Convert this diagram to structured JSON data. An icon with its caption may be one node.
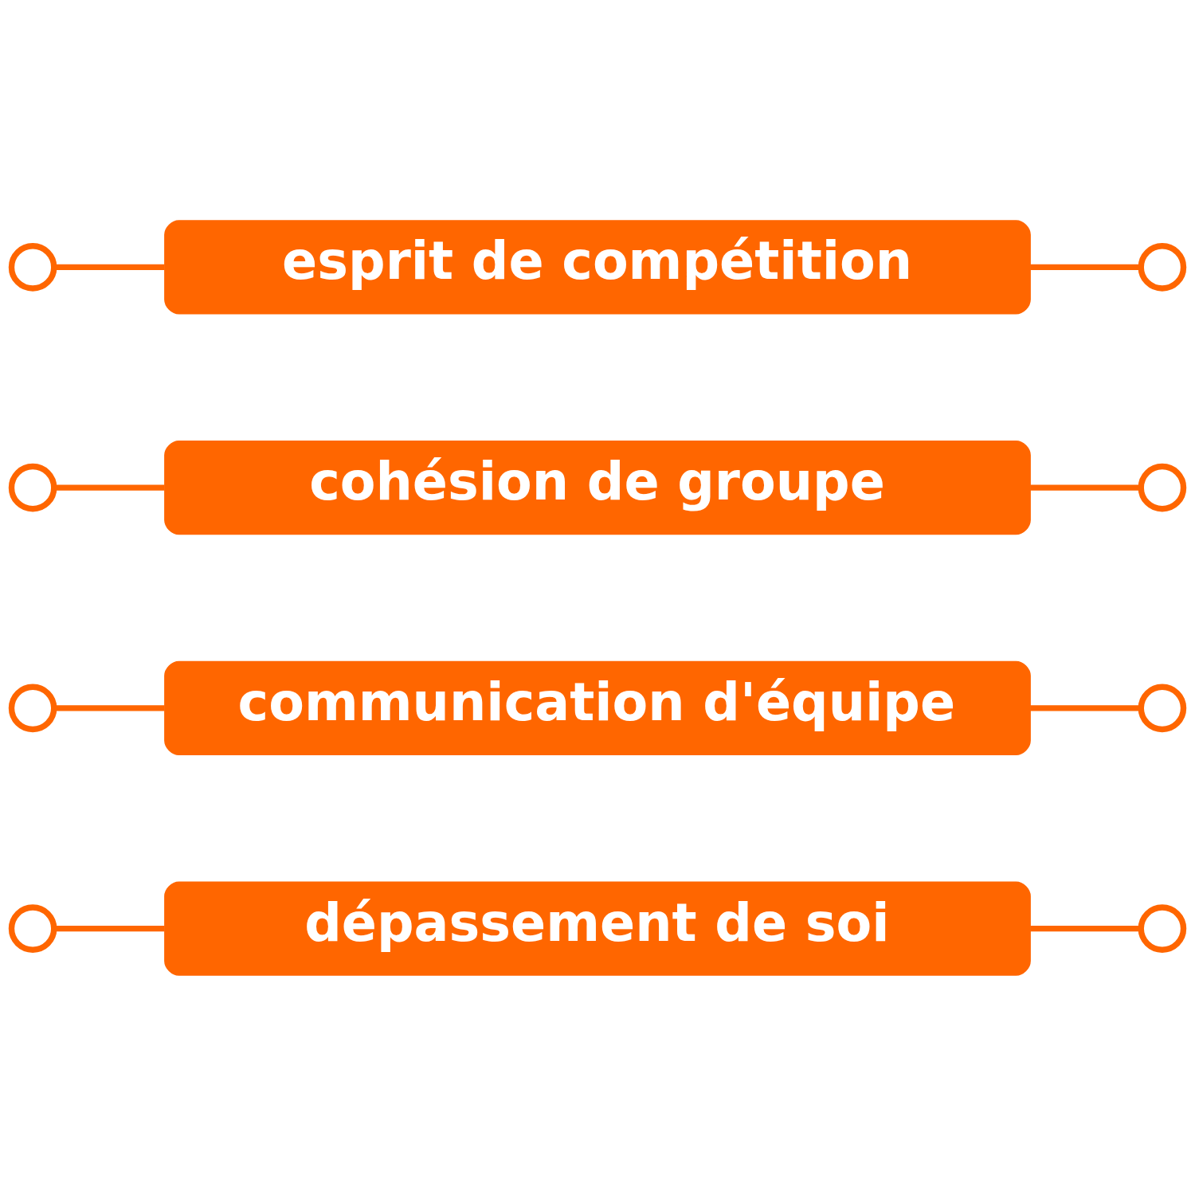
{
  "diagram": {
    "nodes": [
      {
        "text": [],
        "shape": "circle"
      },
      {
        "text": [
          "esprit de compétition"
        ]
      },
      {
        "text": [],
        "shape": "circle"
      },
      {
        "text": [],
        "shape": "circle"
      },
      {
        "text": [
          "cohésion de groupe"
        ]
      },
      {
        "text": [],
        "shape": "circle"
      },
      {
        "text": [],
        "shape": "circle"
      },
      {
        "text": [
          "communication d'équipe"
        ]
      },
      {
        "text": [],
        "shape": "circle"
      },
      {
        "text": [],
        "shape": "circle"
      },
      {
        "text": [
          "dépassement de soi"
        ]
      },
      {
        "text": [],
        "shape": "circle"
      }
    ],
    "edges": [
      {
        "from": 0,
        "to": 1,
        "arrow": "none"
      },
      {
        "from": 1,
        "to": 2,
        "arrow": "none"
      },
      {
        "from": 3,
        "to": 4,
        "arrow": "none"
      },
      {
        "from": 4,
        "to": 5,
        "arrow": "none"
      },
      {
        "from": 6,
        "to": 7,
        "arrow": "none"
      },
      {
        "from": 7,
        "to": 8,
        "arrow": "none"
      },
      {
        "from": 9,
        "to": 10,
        "arrow": "none"
      },
      {
        "from": 10,
        "to": 11,
        "arrow": "none"
      }
    ]
  }
}
